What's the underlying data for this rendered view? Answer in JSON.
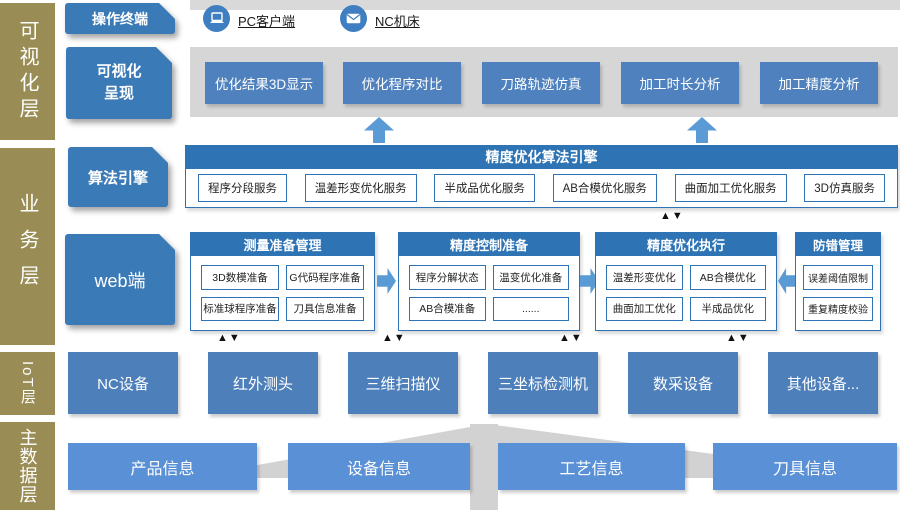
{
  "glyphs": {
    "updown": "▲▼"
  },
  "layers": {
    "visualization_label": "可视化层",
    "business_label": "业务层",
    "iot_label": "IoT层",
    "masterdata_label": "主数据层"
  },
  "terminal": {
    "tag": "操作终端",
    "pc_label": "PC客户端",
    "nc_label": "NC机床"
  },
  "visualization": {
    "tag": "可视化呈现",
    "boxes": [
      "优化结果3D显示",
      "优化程序对比",
      "刀路轨迹仿真",
      "加工时长分析",
      "加工精度分析"
    ]
  },
  "engine": {
    "tag": "算法引擎",
    "title": "精度优化算法引擎",
    "services": [
      "程序分段服务",
      "温差形变优化服务",
      "半成品优化服务",
      "AB合模优化服务",
      "曲面加工优化服务",
      "3D仿真服务"
    ]
  },
  "web": {
    "tag": "web端",
    "panels": [
      {
        "title": "测量准备管理",
        "items": [
          "3D数模准备",
          "G代码程序准备",
          "标准球程序准备",
          "刀具信息准备"
        ]
      },
      {
        "title": "精度控制准备",
        "items": [
          "程序分解状态",
          "温变优化准备",
          "AB合模准备",
          "......"
        ]
      },
      {
        "title": "精度优化执行",
        "items": [
          "温差形变优化",
          "AB合模优化",
          "曲面加工优化",
          "半成品优化"
        ]
      },
      {
        "title": "防错管理",
        "items": [
          "误差阈值限制",
          "重复精度校验"
        ]
      }
    ]
  },
  "iot": {
    "devices": [
      "NC设备",
      "红外测头",
      "三维扫描仪",
      "三坐标检测机",
      "数采设备",
      "其他设备..."
    ]
  },
  "masterdata": {
    "boxes": [
      "产品信息",
      "设备信息",
      "工艺信息",
      "刀具信息"
    ]
  },
  "colors": {
    "olive": "#998d55",
    "tag_blue": "#3a7ab6",
    "header_blue": "#2e74b5",
    "viz_box_blue": "#4e81bd",
    "iot_blue": "#4d7fba",
    "masterdata_blue": "#5a90d5",
    "arrow_blue": "#5b9bd5",
    "panel_gray": "#d6d6d6"
  }
}
